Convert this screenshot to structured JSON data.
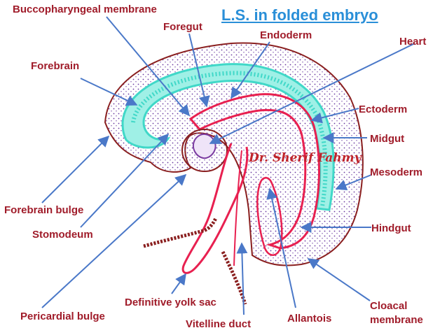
{
  "title": "L.S. in folded embryo",
  "watermark": "Dr. Sherif Fahmy",
  "labels": {
    "buccopharyngeal_membrane": "Buccopharyngeal membrane",
    "foregut": "Foregut",
    "endoderm": "Endoderm",
    "heart": "Heart",
    "forebrain": "Forebrain",
    "ectoderm": "Ectoderm",
    "midgut": "Midgut",
    "mesoderm": "Mesoderm",
    "forebrain_bulge": "Forebrain bulge",
    "stomodeum": "Stomodeum",
    "hindgut": "Hindgut",
    "pericardial_bulge": "Pericardial bulge",
    "definitive_yolk_sac": "Definitive yolk sac",
    "vitelline_duct": "Vitelline duct",
    "allantois": "Allantois",
    "cloacal_membrane": "Cloacal membrane"
  },
  "colors": {
    "label_text": "#a01c2a",
    "title_text": "#2a8fd8",
    "arrow": "#4a78c8",
    "ectoderm_outline": "#8a1f1f",
    "endoderm_line": "#e82050",
    "neural_tube": "#40d8c8",
    "mesoderm_dots": "#6a3aa0",
    "cord": "#8a1f1f"
  }
}
